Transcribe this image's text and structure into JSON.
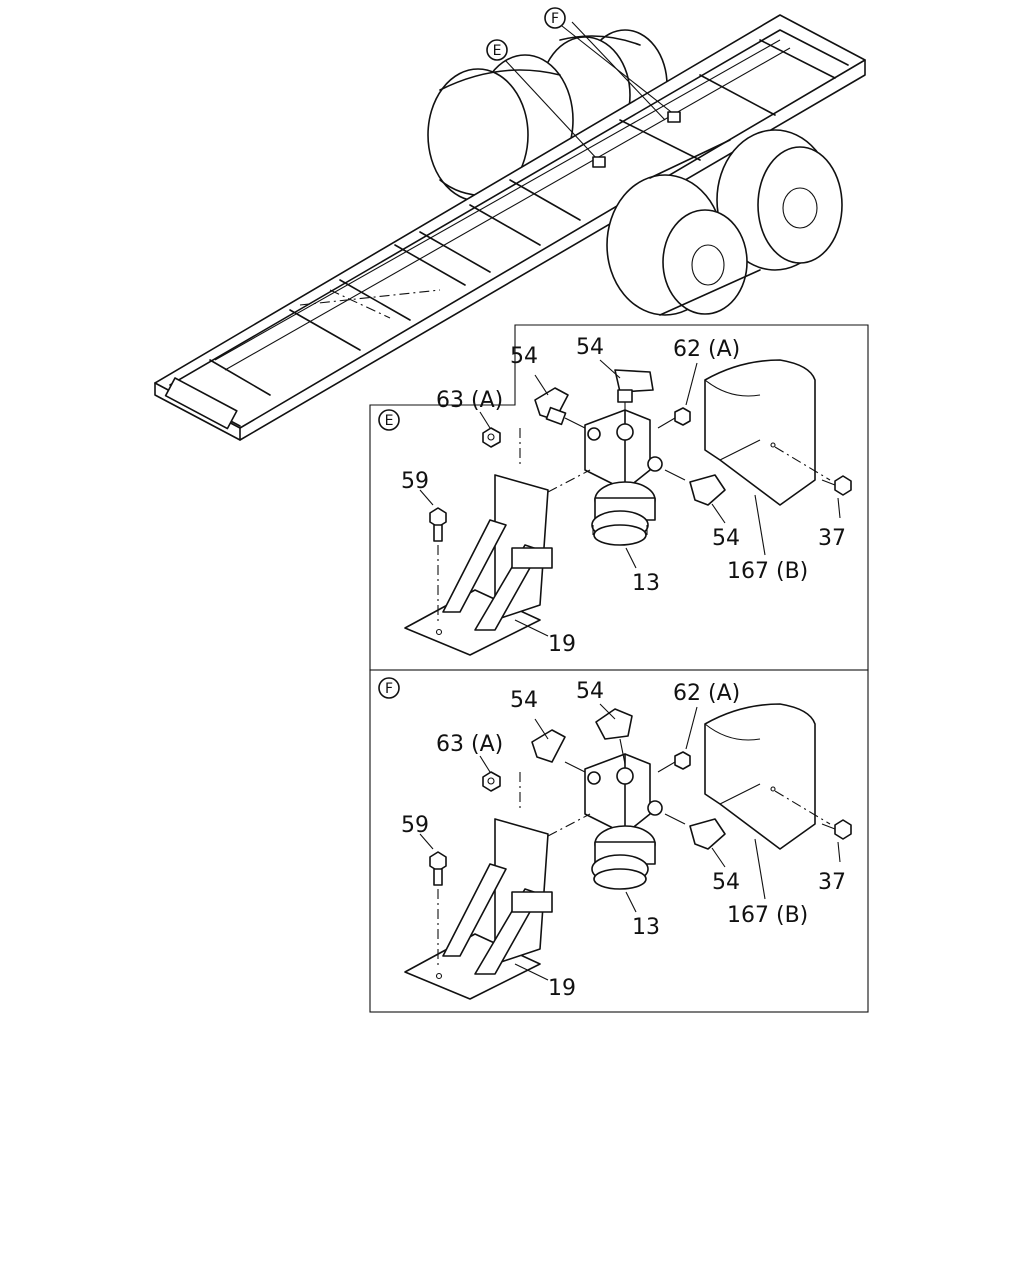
{
  "overview": {
    "callouts": {
      "e": "E",
      "f": "F"
    }
  },
  "panels": [
    {
      "id": "e",
      "tag": "E",
      "labels": {
        "p54_left": "54",
        "p54_top": "54",
        "p62": "62 (A)",
        "p63": "63 (A)",
        "p59": "59",
        "p54_right": "54",
        "p37": "37",
        "p167": "167 (B)",
        "p13": "13",
        "p19": "19"
      }
    },
    {
      "id": "f",
      "tag": "F",
      "labels": {
        "p54_left": "54",
        "p54_top": "54",
        "p62": "62 (A)",
        "p63": "63 (A)",
        "p59": "59",
        "p54_right": "54",
        "p37": "37",
        "p167": "167 (B)",
        "p13": "13",
        "p19": "19"
      }
    }
  ]
}
